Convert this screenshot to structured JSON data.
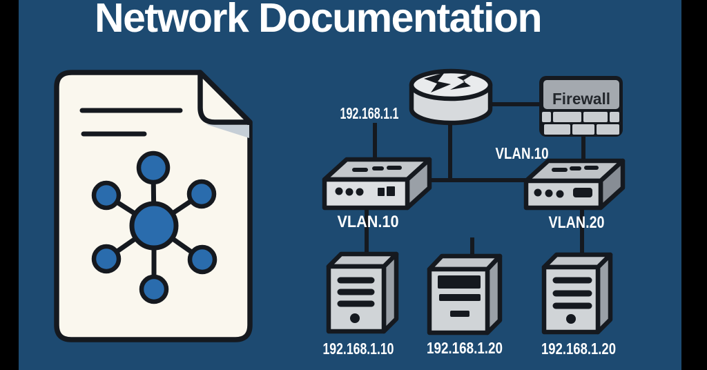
{
  "title": "Network Documentation",
  "colors": {
    "background": "#1d4a71",
    "letterbox": "#000000",
    "paper": "#faf7ee",
    "paper_shadow": "#c5ced6",
    "node_blue": "#2a6cad",
    "outline": "#15191f",
    "device_light": "#d7dadd",
    "device_mid": "#c3c7cb",
    "device_dark": "#9aa0a7",
    "device_front": "#d0d4d7",
    "label_text": "#ffffff",
    "firewall_panel": "#a4a9af",
    "firewall_brick": "#c9cdd1",
    "firewall_text": "#23272c"
  },
  "document_icon": {
    "icon": "document-with-network-hub-icon",
    "hub_icon": "network-hub-icon",
    "text_lines": 2,
    "hub_nodes": 6
  },
  "diagram": {
    "router": {
      "icon": "router-cylinder-icon",
      "ip": "192.168.1.1"
    },
    "firewall": {
      "icon": "firewall-brick-icon",
      "label": "Firewall"
    },
    "switch_left": {
      "icon": "switch-icon",
      "vlan": "VLAN.10"
    },
    "switch_right": {
      "icon": "switch-icon",
      "vlan_top": "VLAN.10",
      "vlan_bottom": "VLAN.20"
    },
    "servers": [
      {
        "icon": "server-tower-icon",
        "ip": "192.168.1.10"
      },
      {
        "icon": "server-tower-icon",
        "ip": "192.168.1.20"
      },
      {
        "icon": "server-tower-icon",
        "ip": "192.168.1.20"
      }
    ]
  }
}
